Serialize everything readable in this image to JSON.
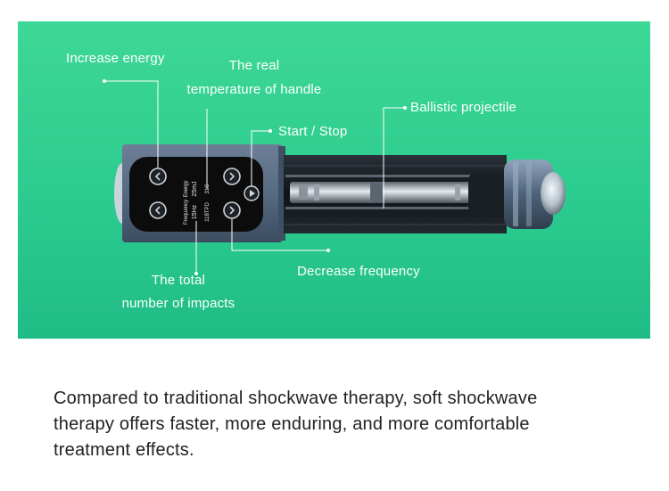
{
  "labels": {
    "increase_energy": "Increase energy",
    "real_temp_line1": "The real",
    "real_temp_line2": "temperature of handle",
    "ballistic_projectile": "Ballistic projectile",
    "start_stop": "Start / Stop",
    "decrease_frequency": "Decrease frequency",
    "total_impacts_line1": "The total",
    "total_impacts_line2": "number of impacts"
  },
  "display": {
    "energy_label": "Energy",
    "energy_value": "25mJ",
    "temp_value": "31C",
    "frequency_label": "Frequency",
    "frequency_value": "15Hz",
    "impacts_value": "118TPD"
  },
  "caption": {
    "line1": "Compared to traditional shockwave therapy, soft shockwave",
    "line2": "therapy offers faster, more enduring, and more comfortable",
    "line3": "treatment effects."
  },
  "colors": {
    "banner": "#2ccb8f",
    "handle": "#5a6d85",
    "panel": "#0c0c0c",
    "tube": "#161b20",
    "label_text": "#ffffff",
    "caption_text": "#222222"
  }
}
